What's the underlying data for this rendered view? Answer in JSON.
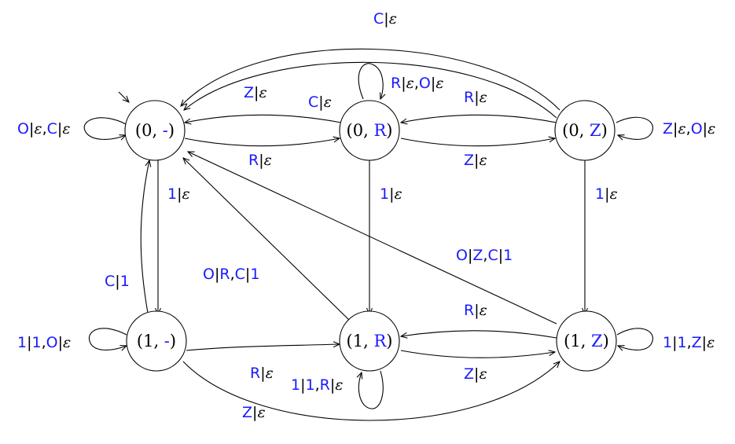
{
  "colors": {
    "accent": "#1a1aff",
    "ink": "#000000",
    "background": "#ffffff"
  },
  "nodes": {
    "n0m": {
      "open": "(0, ",
      "sym": "-",
      "close": ")"
    },
    "n0R": {
      "open": "(0, ",
      "sym": "R",
      "close": ")"
    },
    "n0Z": {
      "open": "(0, ",
      "sym": "Z",
      "close": ")"
    },
    "n1m": {
      "open": "(1, ",
      "sym": "-",
      "close": ")"
    },
    "n1R": {
      "open": "(1, ",
      "sym": "R",
      "close": ")"
    },
    "n1Z": {
      "open": "(1, ",
      "sym": "Z",
      "close": ")"
    }
  },
  "labels": {
    "top_arc": {
      "a": "C",
      "b": "ε"
    },
    "m_self": {
      "a": "O",
      "b": "ε",
      "c": "C",
      "d": "ε"
    },
    "Z_to_m": {
      "a": "Z",
      "b": "ε"
    },
    "R_to_m": {
      "a": "C",
      "b": "ε"
    },
    "R_self": {
      "a": "R",
      "b": "ε",
      "c": "O",
      "d": "ε"
    },
    "Z_to_R": {
      "a": "R",
      "b": "ε"
    },
    "Z_self": {
      "a": "Z",
      "b": "ε",
      "c": "O",
      "d": "ε"
    },
    "m_to_R": {
      "a": "R",
      "b": "ε"
    },
    "R_to_Z": {
      "a": "Z",
      "b": "ε"
    },
    "m_down": {
      "a": "1",
      "b": "ε"
    },
    "R_down": {
      "a": "1",
      "b": "ε"
    },
    "Z_down": {
      "a": "1",
      "b": "ε"
    },
    "bottom_m_up": {
      "a": "C",
      "b": "1"
    },
    "bottomR_to_m": {
      "a": "O",
      "b": "R",
      "c": "C",
      "d": "1"
    },
    "bottomZ_to_m": {
      "a": "O",
      "b": "Z",
      "c": "C",
      "d": "1"
    },
    "bm_self": {
      "a": "1",
      "b": "1",
      "c": "O",
      "d": "ε"
    },
    "bZ_to_bR": {
      "a": "R",
      "b": "ε"
    },
    "bm_to_bR": {
      "a": "R",
      "b": "ε"
    },
    "bR_to_bZ": {
      "a": "Z",
      "b": "ε"
    },
    "bR_self": {
      "a": "1",
      "b": "1",
      "c": "R",
      "d": "ε"
    },
    "bZ_self": {
      "a": "1",
      "b": "1",
      "c": "Z",
      "d": "ε"
    },
    "bottom_arc": {
      "a": "Z",
      "b": "ε"
    }
  }
}
